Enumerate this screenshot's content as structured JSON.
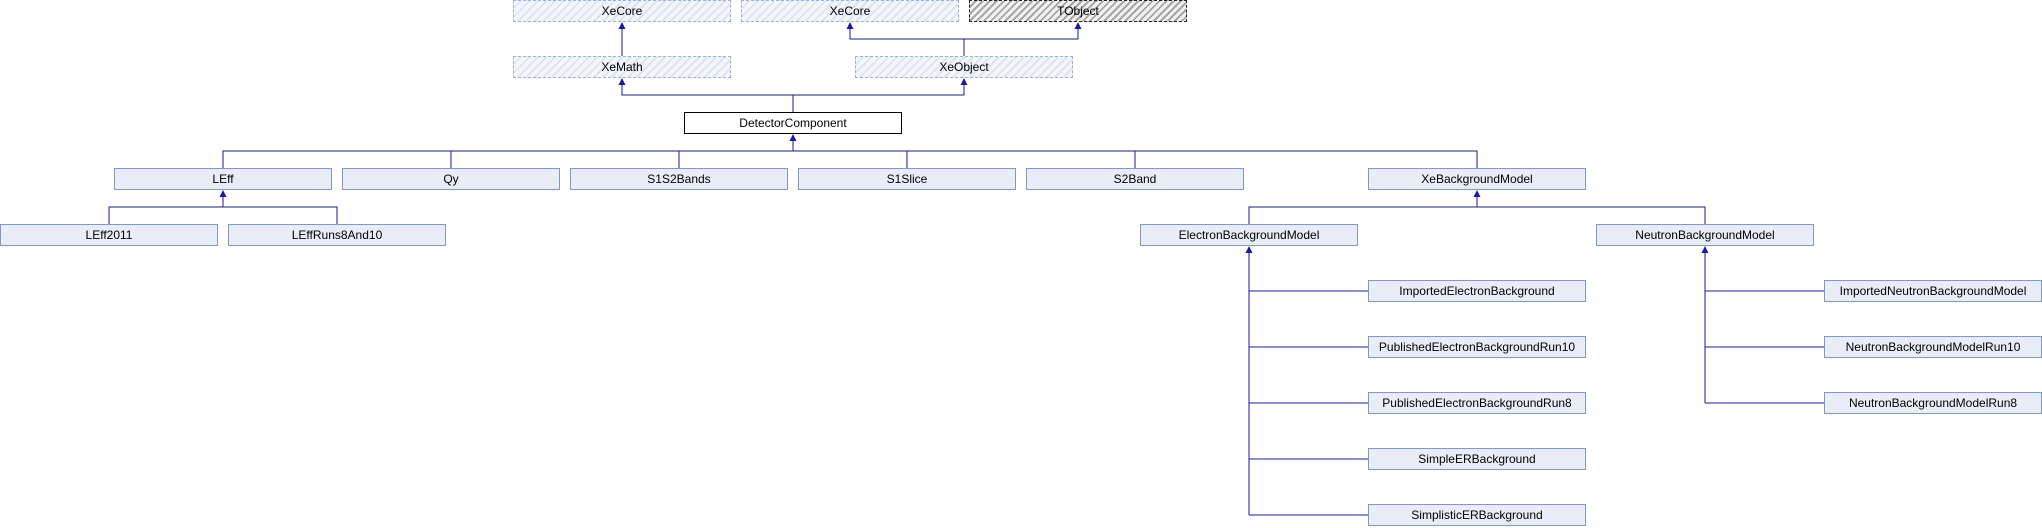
{
  "colors": {
    "edge": "#1a1a9a"
  },
  "nodes": {
    "xecore_a": "XeCore",
    "xecore_b": "XeCore",
    "tobject": "TObject",
    "xemath": "XeMath",
    "xeobject": "XeObject",
    "detectorcomponent": "DetectorComponent",
    "leff": "LEff",
    "qy": "Qy",
    "s1s2bands": "S1S2Bands",
    "s1slice": "S1Slice",
    "s2band": "S2Band",
    "xebackgroundmodel": "XeBackgroundModel",
    "leff2011": "LEff2011",
    "leffruns8and10": "LEffRuns8And10",
    "electronbackgroundmodel": "ElectronBackgroundModel",
    "neutronbackgroundmodel": "NeutronBackgroundModel",
    "importedelectronbackground": "ImportedElectronBackground",
    "publishedelectronbackgroundrun10": "PublishedElectronBackgroundRun10",
    "publishedelectronbackgroundrun8": "PublishedElectronBackgroundRun8",
    "simpleerbackground": "SimpleERBackground",
    "simplisticerbackground": "SimplisticERBackground",
    "importedneutronbackgroundmodel": "ImportedNeutronBackgroundModel",
    "neutronbackgroundmodelrun10": "NeutronBackgroundModelRun10",
    "neutronbackgroundmodelrun8": "NeutronBackgroundModelRun8"
  }
}
